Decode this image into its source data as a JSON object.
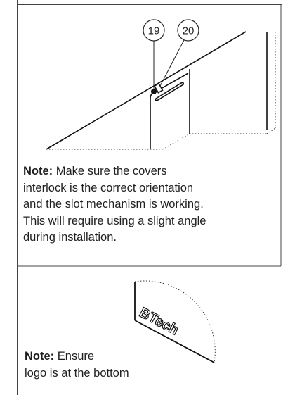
{
  "callouts": [
    "19",
    "20"
  ],
  "note1": {
    "label": "Note:",
    "lines": [
      " Make sure the covers",
      "interlock is the correct orientation",
      "and the slot mechanism is working.",
      "This will require using a slight angle",
      "during installation."
    ]
  },
  "logo": {
    "text": "BTech"
  },
  "note2": {
    "label": "Note:",
    "lines": [
      " Ensure",
      "logo is at the bottom"
    ]
  }
}
